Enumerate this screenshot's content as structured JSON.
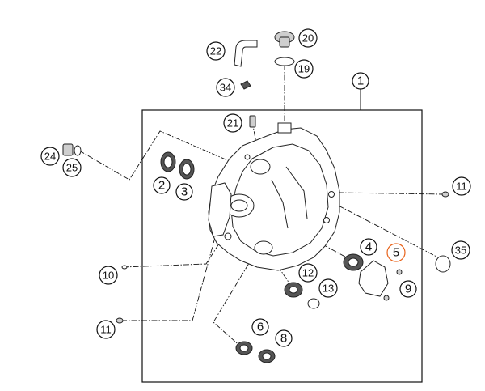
{
  "diagram": {
    "highlight_color": "#e8641c",
    "highlighted_part": "5",
    "callouts": {
      "c1": "1",
      "c2": "2",
      "c3": "3",
      "c4": "4",
      "c5": "5",
      "c6": "6",
      "c8": "8",
      "c9": "9",
      "c10": "10",
      "c11a": "11",
      "c11b": "11",
      "c12": "12",
      "c13": "13",
      "c19": "19",
      "c20": "20",
      "c21": "21",
      "c22": "22",
      "c24": "24",
      "c25": "25",
      "c34": "34",
      "c35": "35"
    }
  }
}
